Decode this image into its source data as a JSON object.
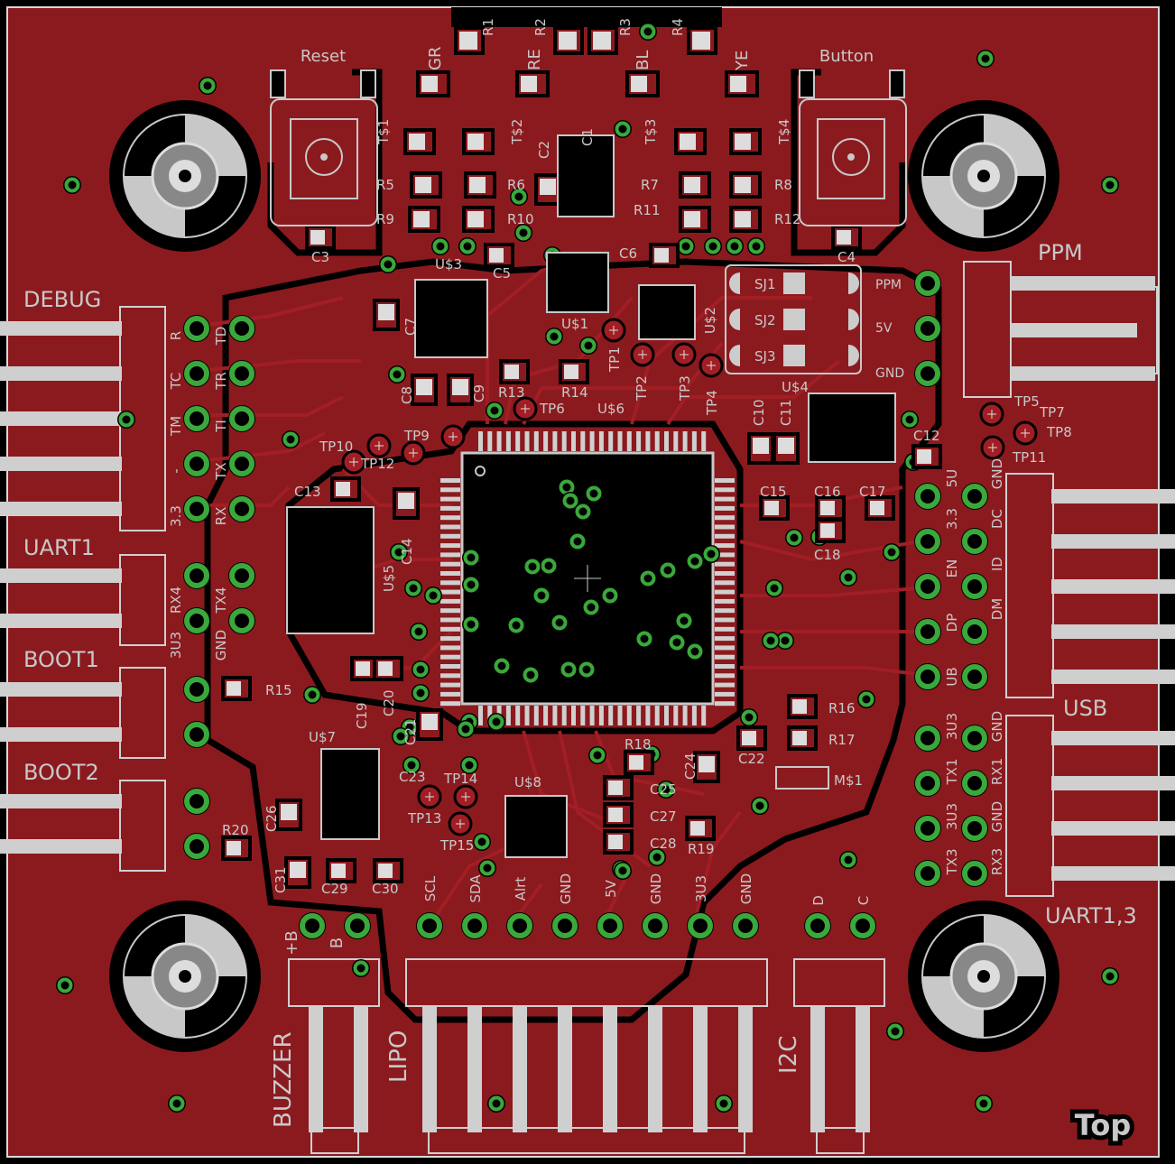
{
  "colors": {
    "background": "#000000",
    "copper": "#8b1a1e",
    "trace": "#a01e24",
    "silk": "#c8c8c8",
    "via": "#3aa83a",
    "pad": "#e8e8e8",
    "frame": "#d8d8d8"
  },
  "layer_badge": "Top",
  "switches": {
    "reset": "Reset",
    "button": "Button"
  },
  "led_labels": [
    "GR",
    "RE",
    "BL",
    "YE"
  ],
  "connectors": {
    "debug": "DEBUG",
    "uart1": "UART1",
    "boot1": "BOOT1",
    "boot2": "BOOT2",
    "ppm": "PPM",
    "usb": "USB",
    "uart13": "UART1,3",
    "buzzer": "BUZZER",
    "lipo": "LIPO",
    "i2c": "I2C"
  },
  "debug_pins_left": [
    "R",
    "TC",
    "TM",
    "-",
    "3.3"
  ],
  "debug_pins_right": [
    "TD",
    "TR",
    "TI",
    "TX",
    "RX"
  ],
  "uart1_pins_left": [
    "RX4",
    "3U3"
  ],
  "uart1_pins_right": [
    "TX4",
    "GND"
  ],
  "ppm_pins": [
    "PPM",
    "5V",
    "GND"
  ],
  "usb_pins_left": [
    "5U",
    "3.3",
    "EN",
    "DP",
    "UB"
  ],
  "usb_pins_right": [
    "GND",
    "DC",
    "ID",
    "DM"
  ],
  "uart13_pins_left": [
    "3U3",
    "TX1",
    "3U3",
    "TX3"
  ],
  "uart13_pins_right": [
    "GND",
    "RX1",
    "GND",
    "RX3"
  ],
  "bottom_pins": [
    "SCL",
    "SDA",
    "Alrt",
    "GND",
    "5V",
    "GND",
    "3U3",
    "GND"
  ],
  "i2c_pins": [
    "D",
    "C"
  ],
  "buzzer_pins": [
    "+B",
    "B"
  ],
  "components": {
    "r1": "R1",
    "r2": "R2",
    "r3": "R3",
    "r4": "R4",
    "r5": "R5",
    "r6": "R6",
    "r7": "R7",
    "r8": "R8",
    "r9": "R9",
    "r10": "R10",
    "r11": "R11",
    "r12": "R12",
    "r13": "R13",
    "r14": "R14",
    "r15": "R15",
    "r16": "R16",
    "r17": "R17",
    "r18": "R18",
    "r19": "R19",
    "r20": "R20",
    "t1": "T$1",
    "t2": "T$2",
    "t3": "T$3",
    "t4": "T$4",
    "c1": "C1",
    "c2": "C2",
    "c3": "C3",
    "c4": "C4",
    "c5": "C5",
    "c6": "C6",
    "c7": "C7",
    "c8": "C8",
    "c9": "C9",
    "c10": "C10",
    "c11": "C11",
    "c12": "C12",
    "c13": "C13",
    "c14": "C14",
    "c15": "C15",
    "c16": "C16",
    "c17": "C17",
    "c18": "C18",
    "c19": "C19",
    "c20": "C20",
    "c21": "C21",
    "c22": "C22",
    "c23": "C23",
    "c24": "C24",
    "c25": "C25",
    "c26": "C26",
    "c27": "C27",
    "c28": "C28",
    "c29": "C29",
    "c30": "C30",
    "c31": "C31",
    "u1": "U$1",
    "u2": "U$2",
    "u3": "U$3",
    "u4": "U$4",
    "u5": "U$5",
    "u6": "U$6",
    "u7": "U$7",
    "u8": "U$8",
    "m1": "M$1",
    "sj1": "SJ1",
    "sj2": "SJ2",
    "sj3": "SJ3",
    "tp1": "TP1",
    "tp2": "TP2",
    "tp3": "TP3",
    "tp4": "TP4",
    "tp5": "TP5",
    "tp6": "TP6",
    "tp7": "TP7",
    "tp8": "TP8",
    "tp9": "TP9",
    "tp10": "TP10",
    "tp11": "TP11",
    "tp12": "TP12",
    "tp13": "TP13",
    "tp14": "TP14",
    "tp15": "TP15"
  }
}
